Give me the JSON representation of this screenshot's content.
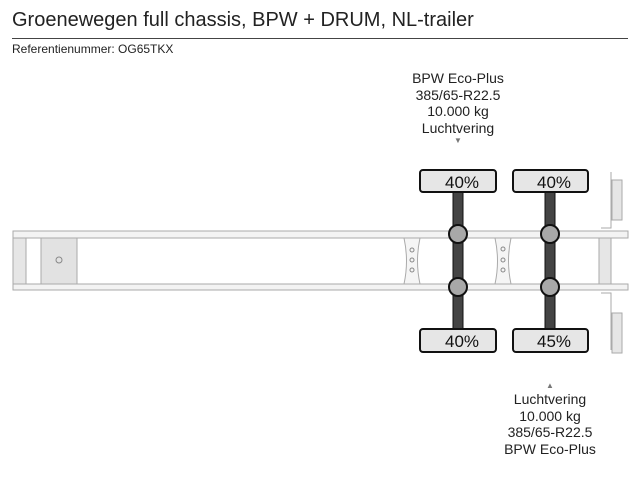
{
  "title": "Groenewegen full chassis, BPW + DRUM, NL-trailer",
  "reference": "Referentienummer: OG65TKX",
  "axles": [
    {
      "top_label": [
        "BPW Eco-Plus",
        "385/65-R22.5",
        "10.000 kg",
        "Luchtvering"
      ],
      "left_pct": "40%",
      "right_pct": "40%"
    },
    {
      "bottom_label": [
        "Luchtvering",
        "10.000 kg",
        "385/65-R22.5",
        "BPW Eco-Plus"
      ],
      "left_pct": "40%",
      "right_pct": "45%"
    }
  ],
  "arrow_up": "▲",
  "arrow_down": "▼",
  "colors": {
    "axle": "#444444",
    "tire": "#e6e6e6",
    "hub": "#a8a8a8",
    "frame": "#bbbbbb"
  }
}
